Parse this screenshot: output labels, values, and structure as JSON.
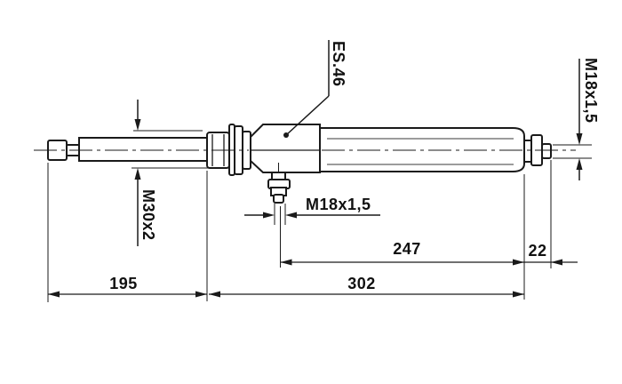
{
  "drawing": {
    "type": "engineering-drawing",
    "subject": "hydraulic-cylinder-side-view",
    "callouts": {
      "part_label": "ES.46",
      "rod_thread_label": "M30x2",
      "valve_thread_label": "M18x1,5",
      "end_thread_label": "M18x1,5"
    },
    "dimensions": {
      "rod_length": "195",
      "body_length": "302",
      "tube_length": "247",
      "end_stud_offset": "22"
    },
    "colors": {
      "line": "#1a1a1a",
      "background": "#ffffff"
    }
  }
}
